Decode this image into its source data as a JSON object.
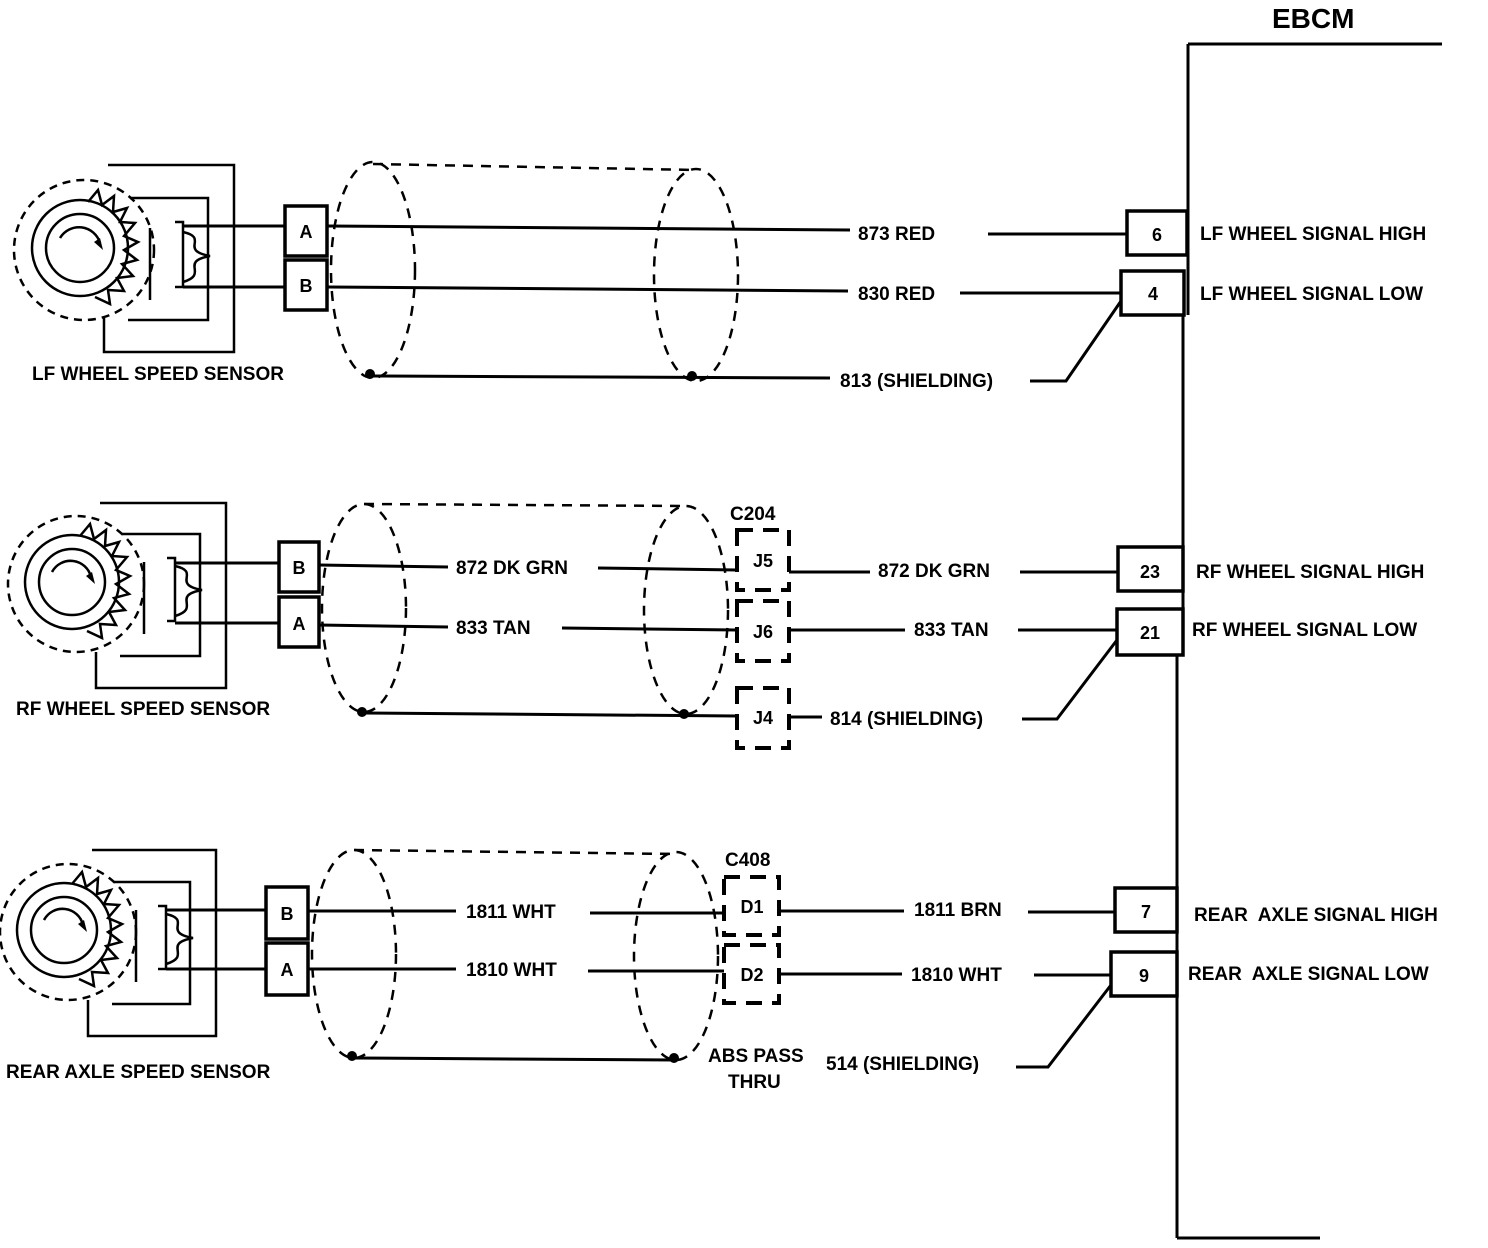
{
  "ebcm": {
    "title": "EBCM"
  },
  "sensors": {
    "lf": {
      "name": "LF WHEEL SPEED SENSOR",
      "pin_top": "A",
      "pin_bot": "B",
      "wire_high": "873 RED",
      "wire_low": "830 RED",
      "shield": "813 (SHIELDING)",
      "ebcm_pin_high": "6",
      "ebcm_pin_low": "4",
      "signal_high": "LF WHEEL SIGNAL HIGH",
      "signal_low": "LF WHEEL SIGNAL LOW"
    },
    "rf": {
      "name": "RF WHEEL SPEED SENSOR",
      "pin_top": "B",
      "pin_bot": "A",
      "wire_high": "872 DK GRN",
      "wire_low": "833 TAN",
      "wire_high_out": "872 DK GRN",
      "wire_low_out": "833 TAN",
      "connector": "C204",
      "conn_pins": [
        "J5",
        "J6",
        "J4"
      ],
      "shield": "814 (SHIELDING)",
      "ebcm_pin_high": "23",
      "ebcm_pin_low": "21",
      "signal_high": "RF WHEEL SIGNAL HIGH",
      "signal_low": "RF WHEEL SIGNAL LOW"
    },
    "rear": {
      "name": "REAR AXLE SPEED SENSOR",
      "pin_top": "B",
      "pin_bot": "A",
      "wire_high": "1811 WHT",
      "wire_low": "1810 WHT",
      "wire_high_out": "1811 BRN",
      "wire_low_out": "1810 WHT",
      "connector": "C408",
      "conn_pins": [
        "D1",
        "D2"
      ],
      "pass_thru": [
        "ABS PASS",
        "THRU"
      ],
      "shield": "514 (SHIELDING)",
      "ebcm_pin_high": "7",
      "ebcm_pin_low": "9",
      "signal_high": "REAR  AXLE SIGNAL HIGH",
      "signal_low": "REAR  AXLE SIGNAL LOW"
    }
  }
}
